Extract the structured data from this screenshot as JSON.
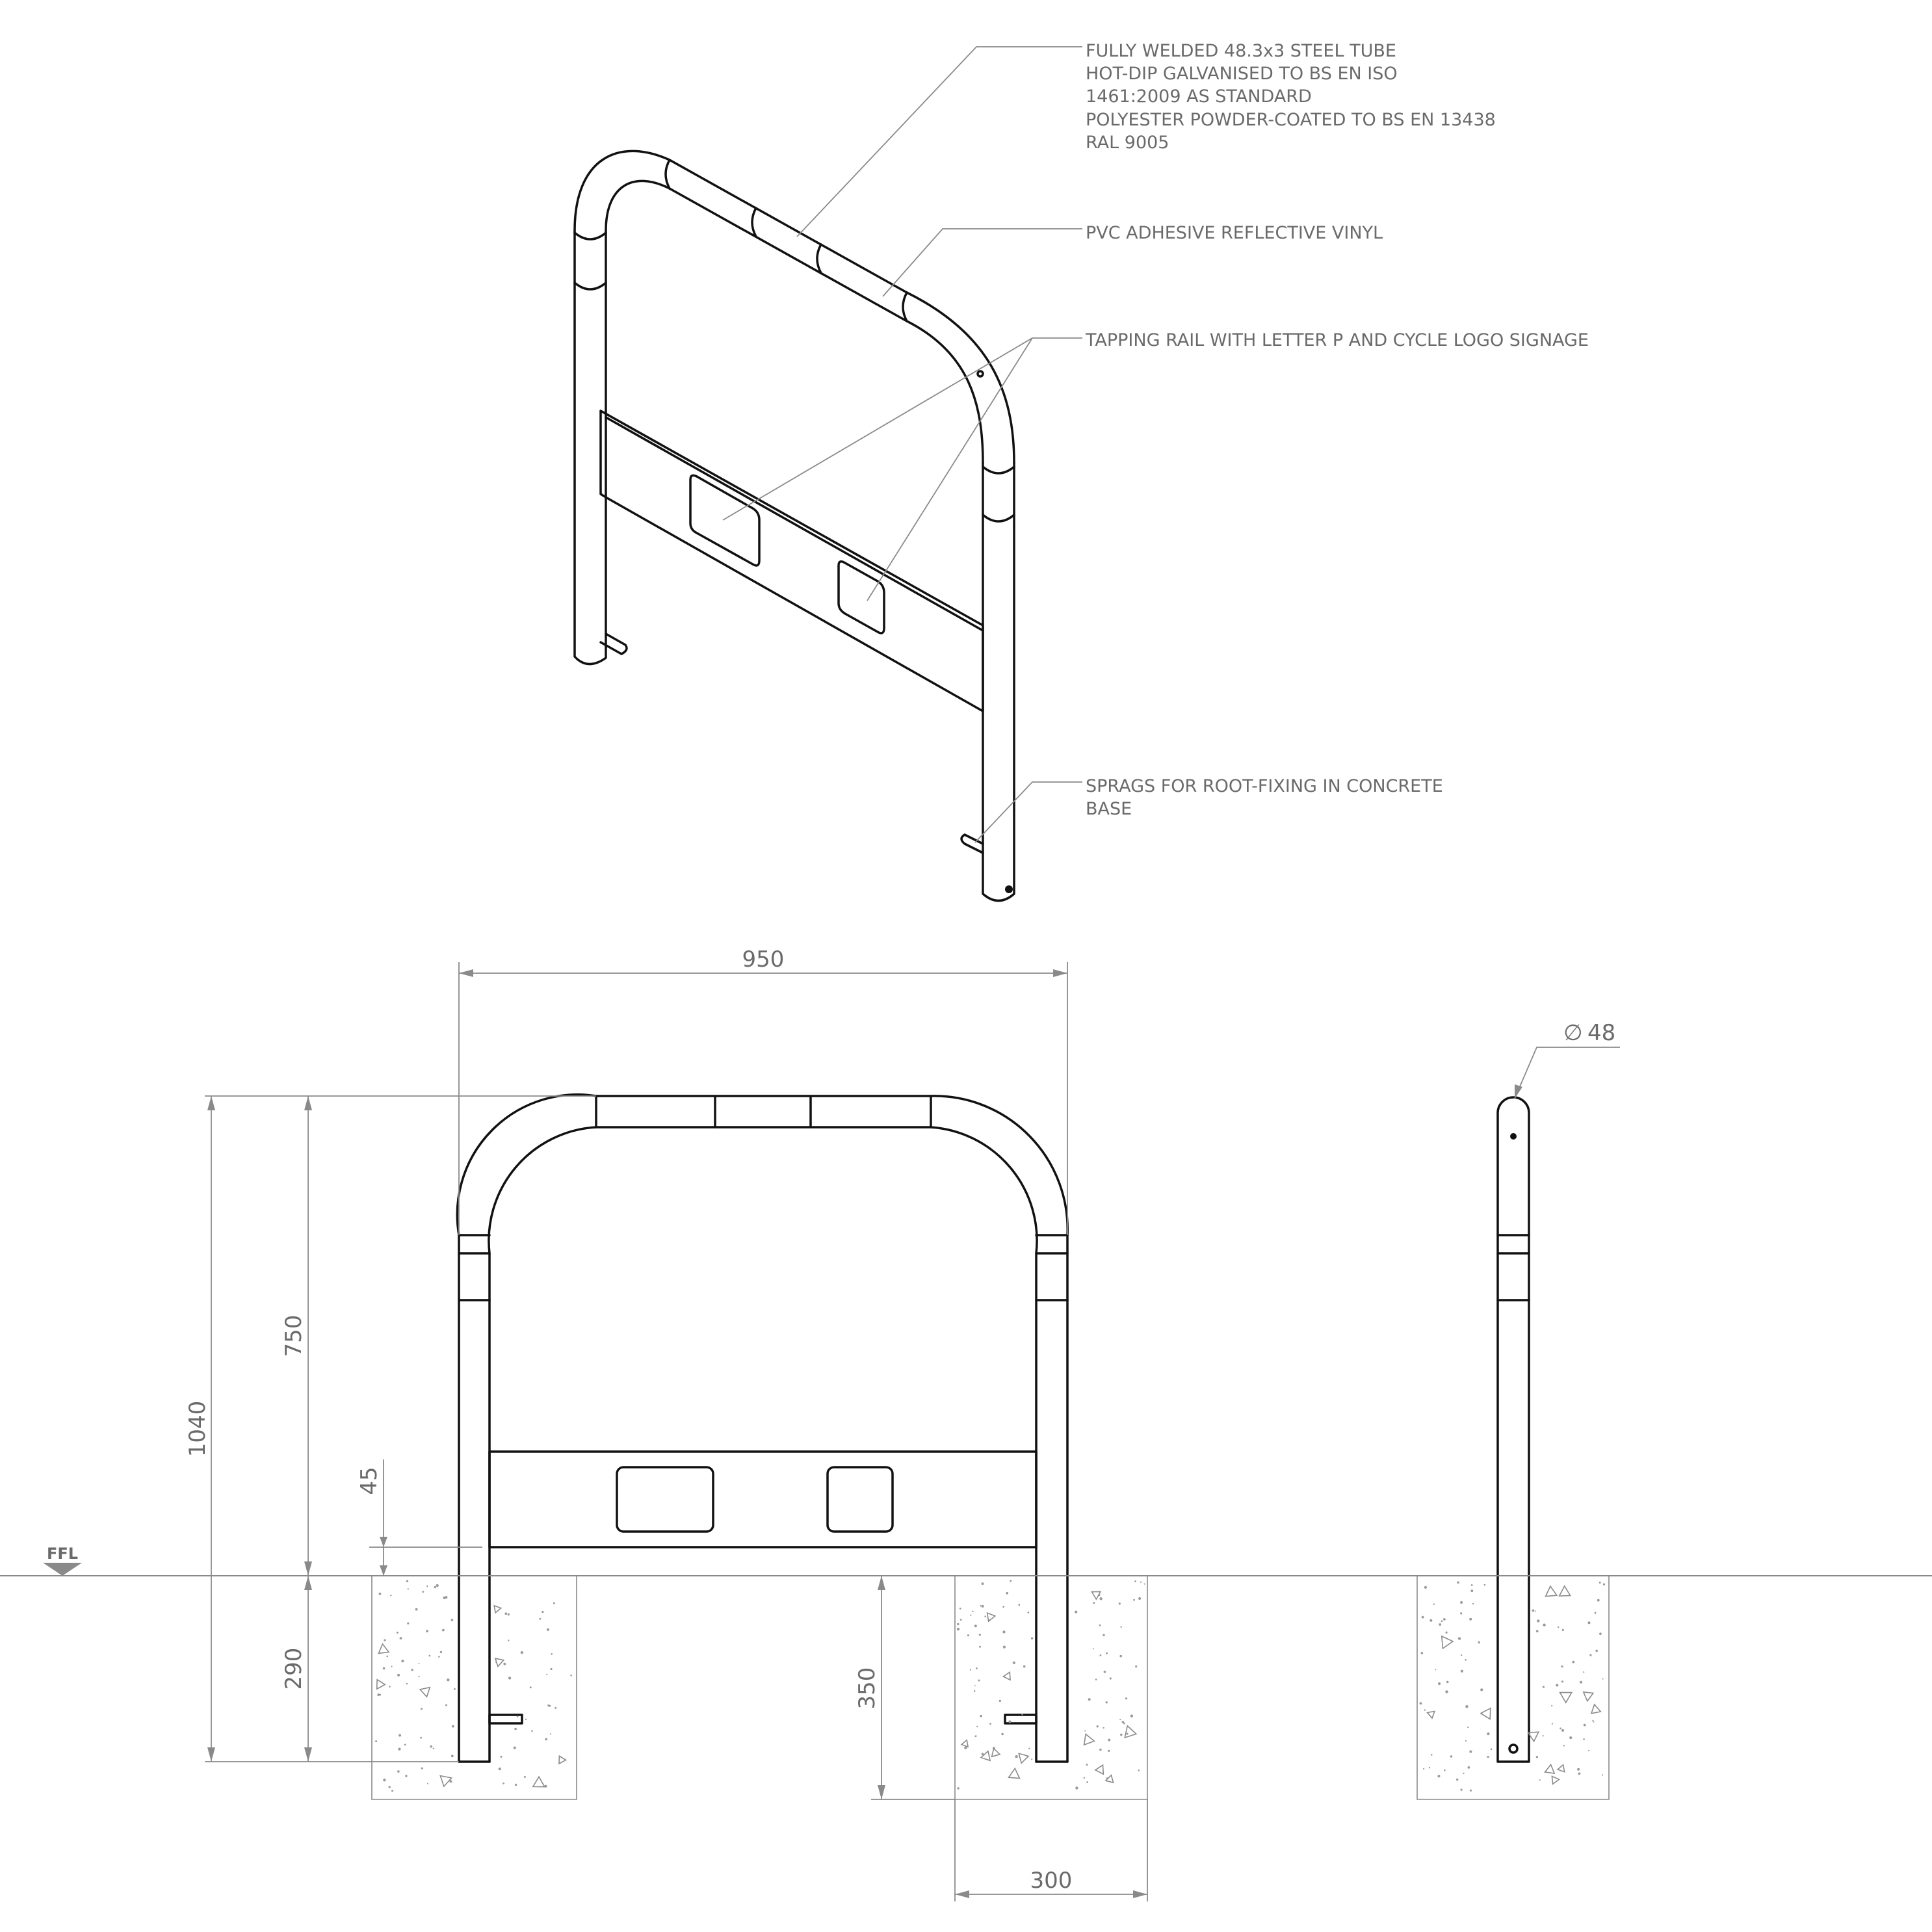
{
  "notes": {
    "tube_lines": [
      "FULLY WELDED 48.3x3 STEEL TUBE",
      "HOT-DIP GALVANISED TO BS EN ISO",
      "1461:2009 AS STANDARD",
      "POLYESTER POWDER-COATED TO BS EN 13438",
      "RAL 9005"
    ],
    "vinyl": "PVC ADHESIVE REFLECTIVE VINYL",
    "rail": "TAPPING RAIL WITH LETTER P AND CYCLE LOGO SIGNAGE",
    "sprag_lines": [
      "SPRAGS FOR ROOT-FIXING IN CONCRETE",
      "BASE"
    ]
  },
  "dimensions": {
    "width": "950",
    "overall_height": "1040",
    "height_above_ground": "750",
    "rail_clearance": "45",
    "embed_depth": "290",
    "foundation_depth": "350",
    "foundation_width": "300",
    "diameter": "48",
    "diameter_symbol": "∅"
  },
  "ground_marker": "FFL",
  "colors": {
    "line": "#111111",
    "dimension": "#8a8a8a",
    "text": "#6a6a6a"
  }
}
